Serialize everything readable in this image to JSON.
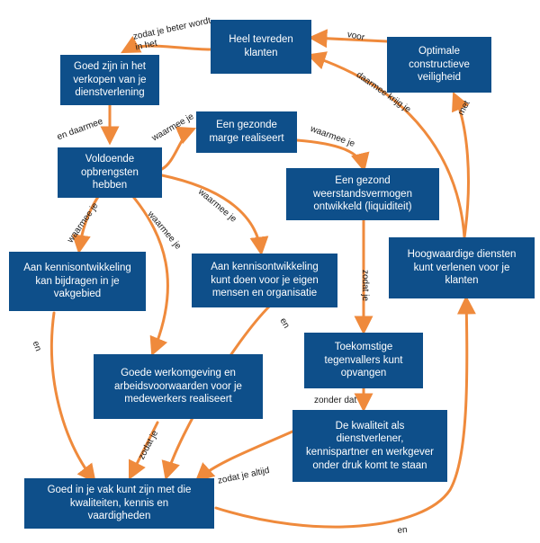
{
  "nodes": {
    "tevreden": "Heel tevreden\nklanten",
    "optimale": "Optimale\nconstructieve\nveiligheid",
    "goed_verkopen": "Goed zijn in het\nverkopen van je\ndienstverlening",
    "gezonde_marge": "Een gezonde\nmarge realiseert",
    "opbrengsten": "Voldoende\nopbrengsten\nhebben",
    "weerstand": "Een gezond\nweerstandsvermogen\nontwikkeld (liquiditeit)",
    "hoogwaardig": "Hoogwaardige diensten\nkunt verlenen voor je\nklanten",
    "vakgebied": "Aan kennisontwikkeling\nkan bijdragen in je\nvakgebied",
    "eigen_mensen": "Aan kennisontwikkeling\nkunt doen voor je eigen\nmensen en organisatie",
    "tegenvallers": "Toekomstige\ntegenvallers kunt\nopvangen",
    "werkomgeving": "Goede werkomgeving en\narbeidsvoorwaarden voor je\nmedewerkers realiseert",
    "kwaliteit": "De kwaliteit als\ndienstverlener,\nkennispartner en werkgever\nonder druk komt te staan",
    "goed_vak": "Goed in je vak kunt zijn met die\nkwaliteiten, kennis en\nvaardigheden"
  },
  "labels": {
    "zodat_beter": "zodat je beter wordt\nin het",
    "voor": "voor",
    "daarmee_krijg": "daarmee krijg je",
    "met": "met",
    "en_daarmee": "en daarmee",
    "waarmee_1": "waarmee je",
    "waarmee_2": "waarmee je",
    "waarmee_3": "waarmee je",
    "waarmee_4": "waarmee je",
    "waarmee_5": "waarmee je",
    "zodat_1": "zodat je",
    "en_1": "en",
    "en_2": "en",
    "zonder_dat": "zonder dat",
    "zodat_2": "zodat je",
    "zodat_altijd": "zodat je altijd",
    "en_3": "en"
  },
  "colors": {
    "node_fill": "#0e4f8a",
    "node_text": "#ffffff",
    "arrow": "#ef8a3c",
    "label_text": "#1a1a1a"
  }
}
